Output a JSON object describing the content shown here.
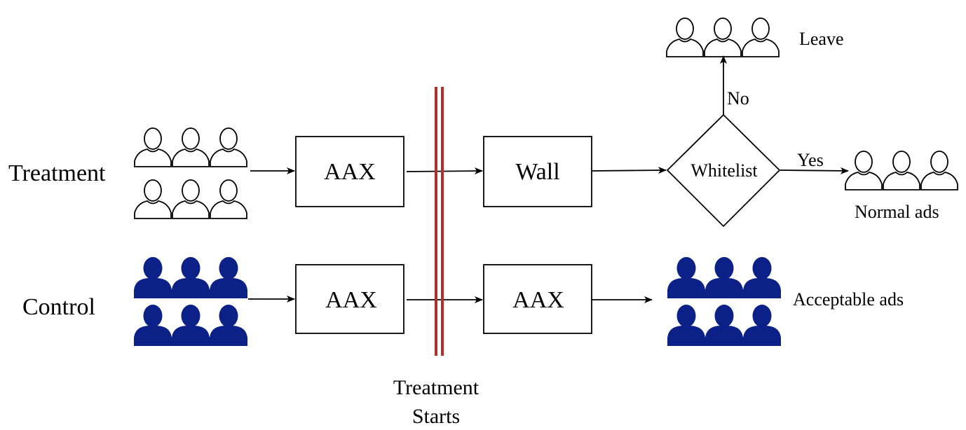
{
  "groups": {
    "treatment_label": "Treatment",
    "control_label": "Control"
  },
  "treatment_flow": {
    "step1": "AAX",
    "step2": "Wall",
    "decision": "Whitelist",
    "yes_label": "Yes",
    "no_label": "No",
    "outcome_yes": "Normal ads",
    "outcome_no": "Leave"
  },
  "control_flow": {
    "step1": "AAX",
    "step2": "AAX",
    "outcome": "Acceptable ads"
  },
  "divider": {
    "label_line1": "Treatment",
    "label_line2": "Starts",
    "color": "#b0302b"
  },
  "colors": {
    "control_people": "#0c2188",
    "treatment_people": "#ffffff"
  },
  "icons": {
    "treatment_people": "person-outline-icon",
    "control_people": "person-filled-icon"
  }
}
